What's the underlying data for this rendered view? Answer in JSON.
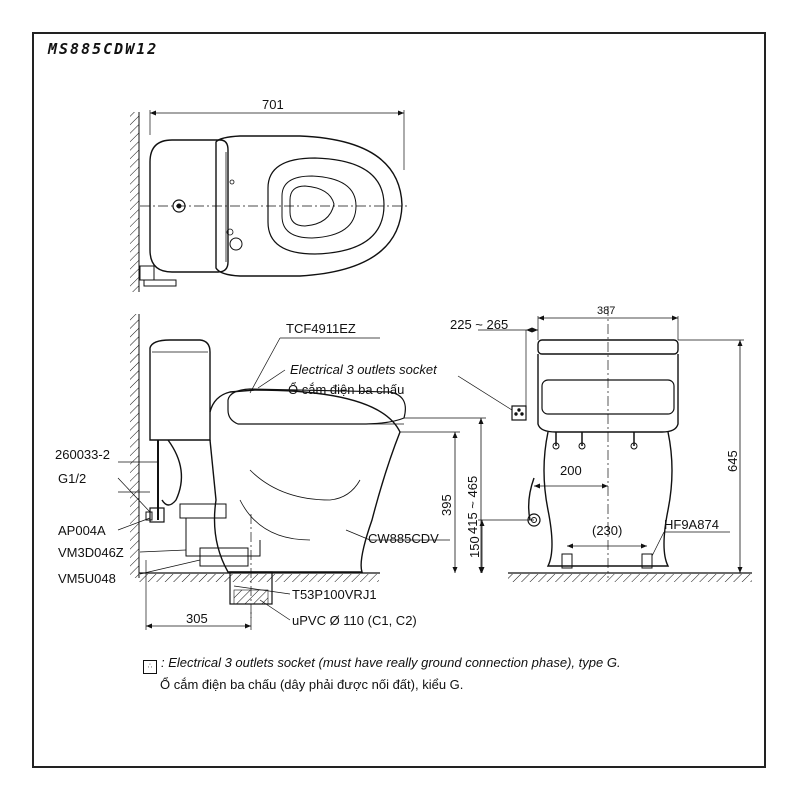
{
  "model": "MS885CDW12",
  "top_view": {
    "dim_width": "701"
  },
  "side_view": {
    "seat_model": "TCF4911EZ",
    "socket_label_en": "Electrical 3 outlets socket",
    "socket_label_vi": "Ổ cắm điện ba chấu",
    "part_valve": "260033-2",
    "part_thread": "G1/2",
    "part_ap": "AP004A",
    "part_vm3": "VM3D046Z",
    "part_vm5": "VM5U048",
    "bowl_model": "CW885CDV",
    "dim_395": "395",
    "dim_height_range": "415 ~ 465",
    "dim_305": "305",
    "drain_part": "T53P100VRJ1",
    "pipe_label": "uPVC Ø 110 (C1, C2)"
  },
  "front_view": {
    "dim_225_265": "225 ~ 265",
    "dim_387": "387",
    "dim_645": "645",
    "dim_200": "200",
    "dim_230": "(230)",
    "dim_150": "150",
    "hose_part": "HF9A874"
  },
  "legend": {
    "line1": ": Electrical 3 outlets socket (must have really ground connection phase), type G.",
    "line2": "Ổ cắm điện ba chấu (dây phải được nối đất), kiểu G."
  }
}
